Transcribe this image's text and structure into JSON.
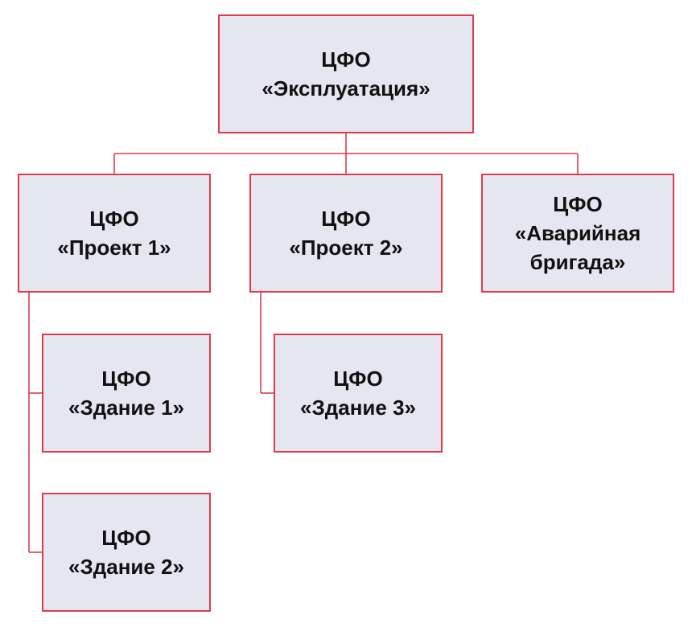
{
  "colors": {
    "border": "#e03a4a",
    "box_fill": "#e6e6f0",
    "text": "#111111",
    "connector": "#e03a4a"
  },
  "nodes": {
    "root": {
      "line1": "ЦФО",
      "line2": "«Эксплуатация»"
    },
    "project1": {
      "line1": "ЦФО",
      "line2": "«Проект 1»"
    },
    "project2": {
      "line1": "ЦФО",
      "line2": "«Проект 2»"
    },
    "emergency": {
      "line1": "ЦФО",
      "line2": "«Аварийная",
      "line3": "бригада»"
    },
    "building1": {
      "line1": "ЦФО",
      "line2": "«Здание 1»"
    },
    "building2": {
      "line1": "ЦФО",
      "line2": "«Здание 2»"
    },
    "building3": {
      "line1": "ЦФО",
      "line2": "«Здание 3»"
    }
  },
  "edges": [
    {
      "from": "root",
      "to": "project1"
    },
    {
      "from": "root",
      "to": "project2"
    },
    {
      "from": "root",
      "to": "emergency"
    },
    {
      "from": "project1",
      "to": "building1"
    },
    {
      "from": "project1",
      "to": "building2"
    },
    {
      "from": "project2",
      "to": "building3"
    }
  ]
}
